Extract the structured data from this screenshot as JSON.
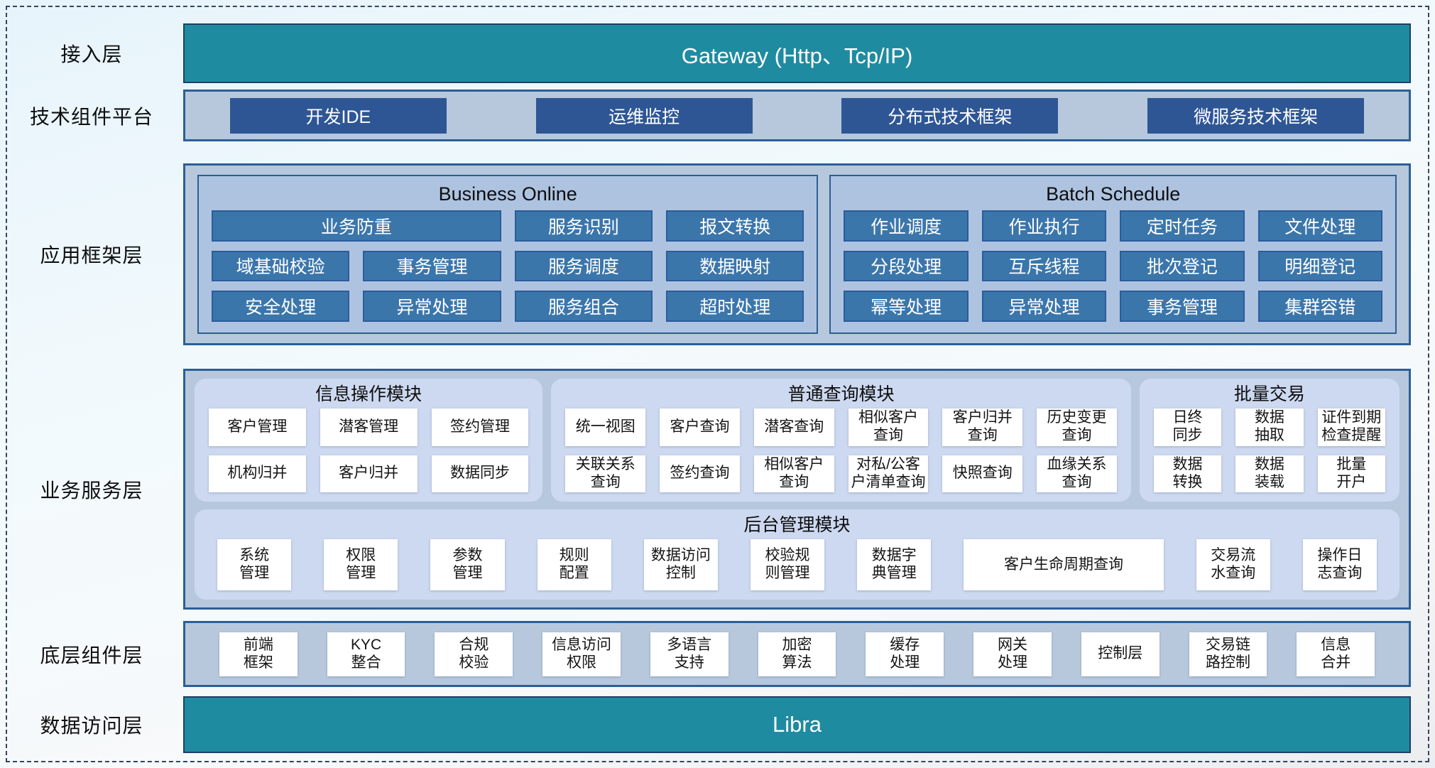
{
  "colors": {
    "teal_bar": "#1f8ba1",
    "dark_blue_button": "#2e5695",
    "steel_blue_button": "#3b76ab",
    "container_bg": "#b7c8dd",
    "container_border": "#2c5f95",
    "inner_panel_bg": "#aec3e0",
    "module_panel_bg": "#cdd9f0",
    "white_button": "#ffffff",
    "dashed_frame": "#33455f"
  },
  "access_layer": {
    "label": "接入层",
    "title": "Gateway (Http、Tcp/IP)"
  },
  "tech_platform": {
    "label": "技术组件平台",
    "buttons": [
      "开发IDE",
      "运维监控",
      "分布式技术框架",
      "微服务技术框架"
    ]
  },
  "app_framework": {
    "label": "应用框架层",
    "panels": [
      {
        "title": "Business Online",
        "flex": 11,
        "button_rows": [
          [
            {
              "label": "业务防重",
              "span": 2
            },
            {
              "label": "服务识别",
              "span": 1
            },
            {
              "label": "报文转换",
              "span": 1
            }
          ],
          [
            {
              "label": "域基础校验",
              "span": 1
            },
            {
              "label": "事务管理",
              "span": 1
            },
            {
              "label": "服务调度",
              "span": 1
            },
            {
              "label": "数据映射",
              "span": 1
            }
          ],
          [
            {
              "label": "安全处理",
              "span": 1
            },
            {
              "label": "异常处理",
              "span": 1
            },
            {
              "label": "服务组合",
              "span": 1
            },
            {
              "label": "超时处理",
              "span": 1
            }
          ]
        ]
      },
      {
        "title": "Batch Schedule",
        "flex": 10,
        "button_rows": [
          [
            {
              "label": "作业调度",
              "span": 1
            },
            {
              "label": "作业执行",
              "span": 1
            },
            {
              "label": "定时任务",
              "span": 1
            },
            {
              "label": "文件处理",
              "span": 1
            }
          ],
          [
            {
              "label": "分段处理",
              "span": 1
            },
            {
              "label": "互斥线程",
              "span": 1
            },
            {
              "label": "批次登记",
              "span": 1
            },
            {
              "label": "明细登记",
              "span": 1
            }
          ],
          [
            {
              "label": "幂等处理",
              "span": 1
            },
            {
              "label": "异常处理",
              "span": 1
            },
            {
              "label": "事务管理",
              "span": 1
            },
            {
              "label": "集群容错",
              "span": 1
            }
          ]
        ]
      }
    ]
  },
  "business_service": {
    "label": "业务服务层",
    "modules": [
      {
        "title": "信息操作模块",
        "flex": 29,
        "columns": 3,
        "button_rows": [
          [
            "客户管理",
            "潜客管理",
            "签约管理"
          ],
          [
            "机构归并",
            "客户归并",
            "数据同步"
          ]
        ]
      },
      {
        "title": "普通查询模块",
        "flex": 50,
        "columns": 6,
        "button_rows": [
          [
            "统一视图",
            "客户查询",
            "潜客查询",
            "相似客户\n查询",
            "客户归并\n查询",
            "历史变更\n查询"
          ],
          [
            "关联关系\n查询",
            "签约查询",
            "相似客户\n查询",
            "对私/公客\n户清单查询",
            "快照查询",
            "血缘关系\n查询"
          ]
        ]
      },
      {
        "title": "批量交易",
        "flex": 21,
        "columns": 3,
        "button_rows": [
          [
            "日终\n同步",
            "数据\n抽取",
            "证件到期\n检查提醒"
          ],
          [
            "数据\n转换",
            "数据\n装载",
            "批量\n开户"
          ]
        ]
      }
    ],
    "admin_module": {
      "title": "后台管理模块",
      "buttons": [
        {
          "label": "系统\n管理",
          "wide": false
        },
        {
          "label": "权限\n管理",
          "wide": false
        },
        {
          "label": "参数\n管理",
          "wide": false
        },
        {
          "label": "规则\n配置",
          "wide": false
        },
        {
          "label": "数据访问\n控制",
          "wide": false
        },
        {
          "label": "校验规\n则管理",
          "wide": false
        },
        {
          "label": "数据字\n典管理",
          "wide": false
        },
        {
          "label": "客户生命周期查询",
          "wide": true
        },
        {
          "label": "交易流\n水查询",
          "wide": false
        },
        {
          "label": "操作日\n志查询",
          "wide": false
        }
      ]
    }
  },
  "base_components": {
    "label": "底层组件层",
    "buttons": [
      "前端\n框架",
      "KYC\n整合",
      "合规\n校验",
      "信息访问\n权限",
      "多语言\n支持",
      "加密\n算法",
      "缓存\n处理",
      "网关\n处理",
      "控制层",
      "交易链\n路控制",
      "信息\n合并"
    ]
  },
  "data_access": {
    "label": "数据访问层",
    "title": "Libra"
  }
}
